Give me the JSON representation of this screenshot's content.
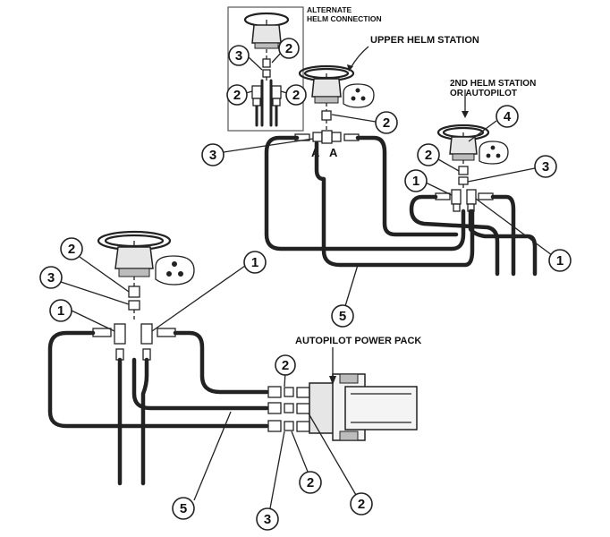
{
  "labels": {
    "alternate_line1": "ALTERNATE",
    "alternate_line2": "HELM CONNECTION",
    "upper_helm": "UPPER HELM STATION",
    "second_helm_line1": "2ND HELM STATION",
    "second_helm_line2": "OR AUTOPILOT",
    "power_pack": "AUTOPILOT POWER PACK",
    "port_a_left": "A",
    "port_a_right": "A"
  },
  "callouts": {
    "inset_2_top": "2",
    "inset_3": "3",
    "inset_2_left": "2",
    "inset_2_right": "2",
    "upper_2": "2",
    "upper_3": "3",
    "second_4": "4",
    "second_2": "2",
    "second_3": "3",
    "second_1_left": "1",
    "second_1_right": "1",
    "hose_5_upper": "5",
    "lower_2": "2",
    "lower_3": "3",
    "lower_1_left": "1",
    "lower_1_right": "1",
    "pack_2_top": "2",
    "pack_2_bottom_left": "2",
    "pack_2_bottom_right": "2",
    "pack_3": "3",
    "hose_5_lower": "5"
  }
}
